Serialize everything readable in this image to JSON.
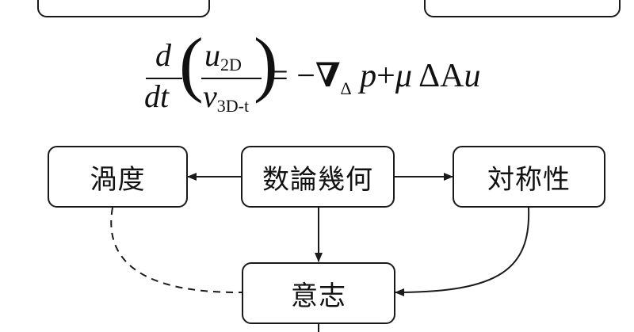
{
  "formula": {
    "num_d": "d",
    "den_dt": "dt",
    "top_var": "u",
    "top_sub": "2D",
    "bot_var": "v",
    "bot_sub": "3D-t",
    "equals": "=",
    "minus": "−",
    "nabla": "∇",
    "nabla_sub": "Δ",
    "p": "p",
    "plus": "+",
    "mu": "μ",
    "delta": "Δ",
    "A": "A",
    "u": "u"
  },
  "nodes": {
    "uzudo": "渦度",
    "center": "数論幾何",
    "taisho": "対称性",
    "ishi": "意志"
  },
  "colors": {
    "stroke": "#1a1a1a",
    "text": "#111111",
    "background": "#ffffff"
  }
}
